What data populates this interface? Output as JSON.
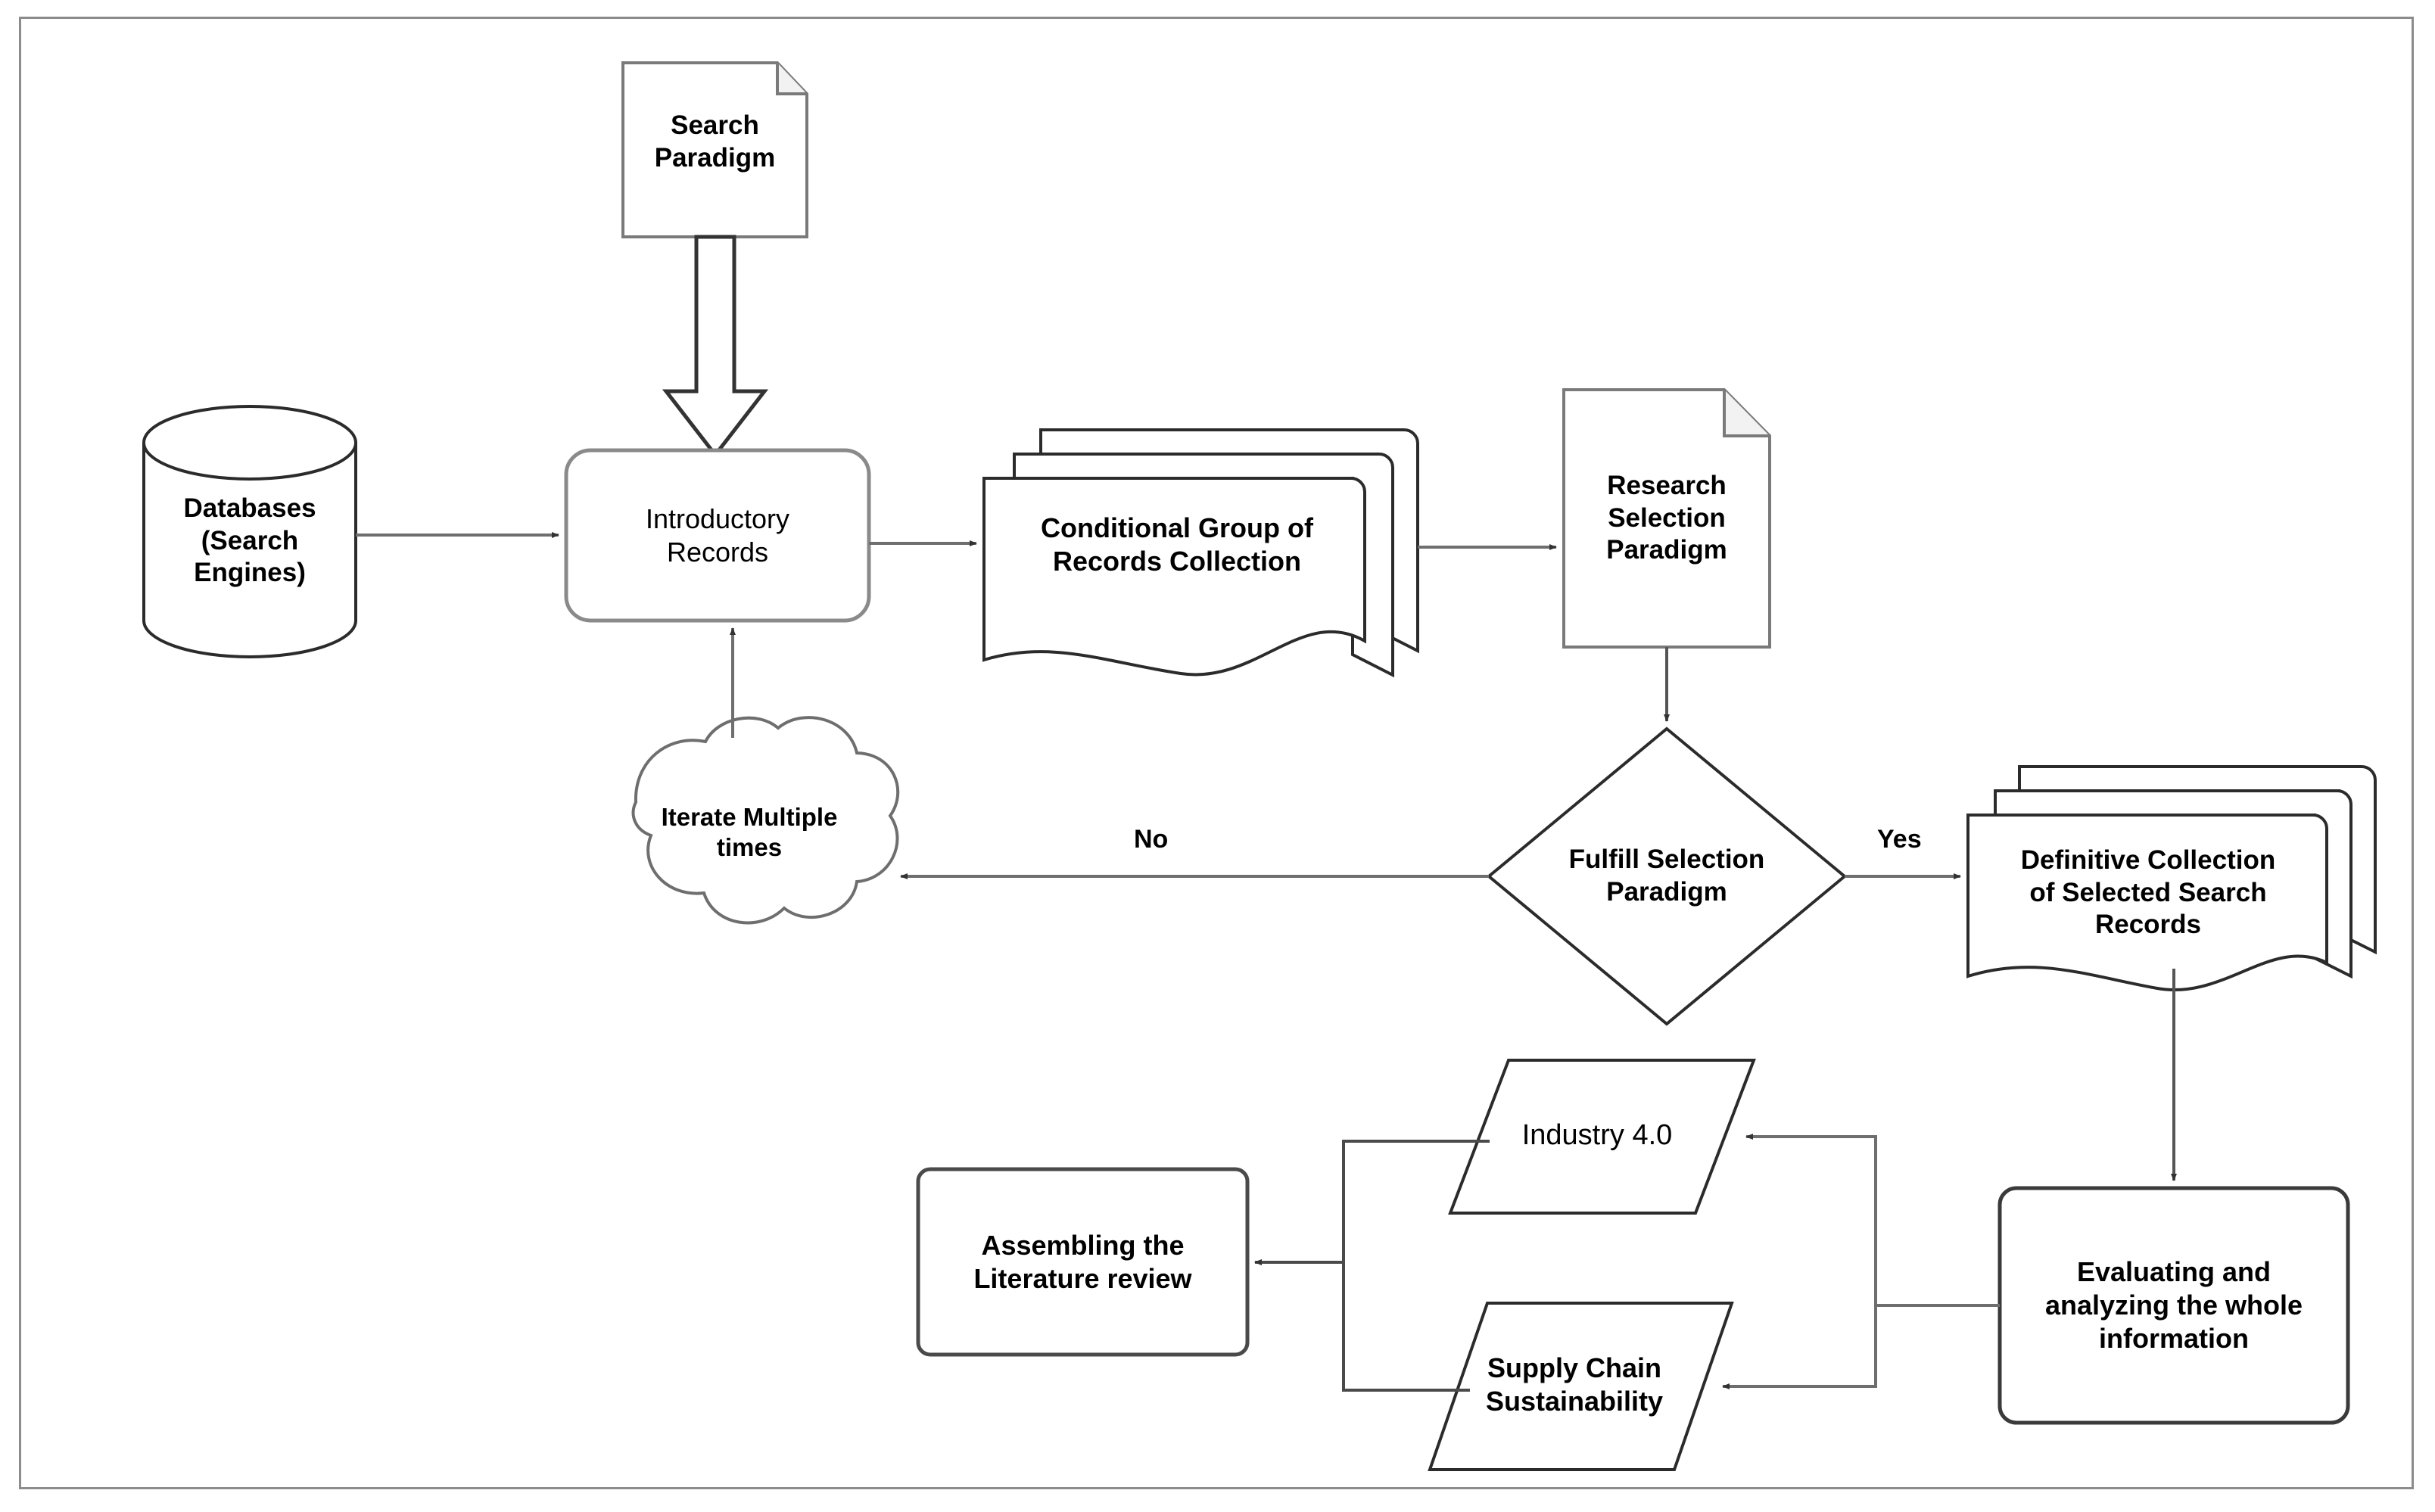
{
  "diagram": {
    "title": "Literature review search and selection process flowchart",
    "background": "#ffffff",
    "frame_border_color": "#8c8c8c",
    "stroke_color": "#333333",
    "light_stroke_color": "#7a7a7a",
    "text_color": "#000000"
  },
  "nodes": {
    "search_paradigm": {
      "label": "Search\nParadigm",
      "shape": "document-folded-corner"
    },
    "databases": {
      "label": "Databases\n(Search\nEngines)",
      "shape": "cylinder"
    },
    "introductory_records": {
      "label": "Introductory\nRecords",
      "shape": "rounded-rectangle"
    },
    "conditional_group": {
      "label": "Conditional Group of\nRecords Collection",
      "shape": "multi-document"
    },
    "research_selection_paradigm": {
      "label": "Research\nSelection\nParadigm",
      "shape": "document-folded-corner"
    },
    "fulfill_selection_paradigm": {
      "label": "Fulfill Selection\nParadigm",
      "shape": "diamond"
    },
    "iterate_multiple_times": {
      "label": "Iterate Multiple\ntimes",
      "shape": "cloud"
    },
    "definitive_collection": {
      "label": "Definitive Collection\nof Selected Search\nRecords",
      "shape": "multi-document"
    },
    "evaluating_analyzing": {
      "label": "Evaluating and\nanalyzing the whole\ninformation",
      "shape": "rounded-rectangle"
    },
    "industry_40": {
      "label": "Industry 4.0",
      "shape": "parallelogram"
    },
    "supply_chain_sustainability": {
      "label": "Supply Chain\nSustainability",
      "shape": "parallelogram"
    },
    "assembling_literature_review": {
      "label": "Assembling the\nLiterature review",
      "shape": "rounded-rectangle"
    }
  },
  "edge_labels": {
    "no": "No",
    "yes": "Yes"
  },
  "edges": [
    {
      "from": "search_paradigm",
      "to": "introductory_records",
      "style": "block-arrow-down"
    },
    {
      "from": "databases",
      "to": "introductory_records",
      "style": "arrow-right"
    },
    {
      "from": "introductory_records",
      "to": "conditional_group",
      "style": "arrow-right"
    },
    {
      "from": "conditional_group",
      "to": "research_selection_paradigm",
      "style": "arrow-right"
    },
    {
      "from": "research_selection_paradigm",
      "to": "fulfill_selection_paradigm",
      "style": "arrow-down"
    },
    {
      "from": "fulfill_selection_paradigm",
      "to": "iterate_multiple_times",
      "style": "arrow-left",
      "label": "No"
    },
    {
      "from": "iterate_multiple_times",
      "to": "introductory_records",
      "style": "arrow-up"
    },
    {
      "from": "fulfill_selection_paradigm",
      "to": "definitive_collection",
      "style": "arrow-right",
      "label": "Yes"
    },
    {
      "from": "definitive_collection",
      "to": "evaluating_analyzing",
      "style": "arrow-down"
    },
    {
      "from": "evaluating_analyzing",
      "to": "industry_40",
      "style": "elbow-arrow-left"
    },
    {
      "from": "evaluating_analyzing",
      "to": "supply_chain_sustainability",
      "style": "elbow-arrow-left"
    },
    {
      "from": "industry_40",
      "to": "assembling_literature_review",
      "style": "elbow-arrow-left"
    },
    {
      "from": "supply_chain_sustainability",
      "to": "assembling_literature_review",
      "style": "elbow-arrow-left"
    }
  ]
}
